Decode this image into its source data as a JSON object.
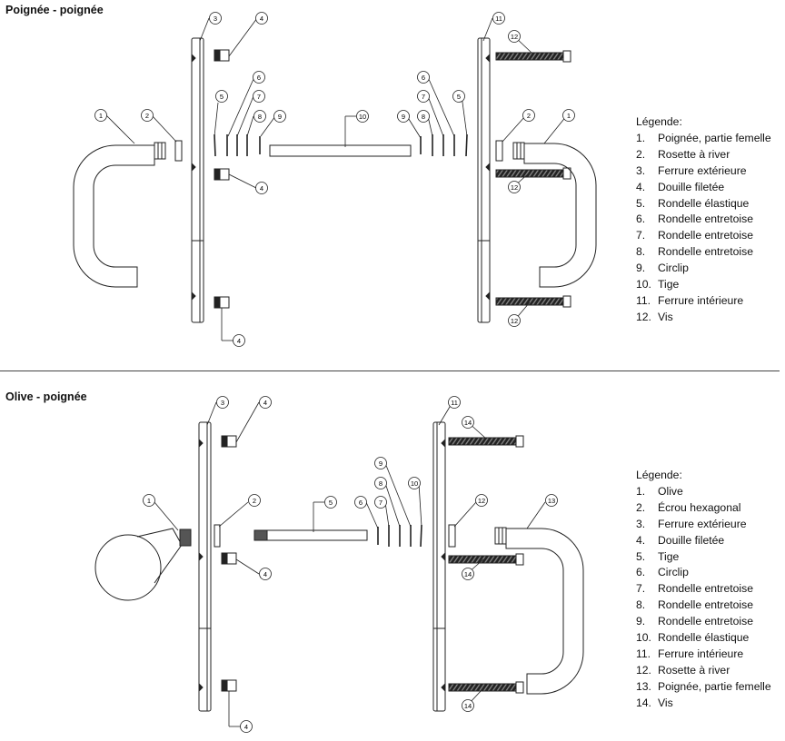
{
  "sections": [
    {
      "title": "Poignée - poignée",
      "legend_title": "Légende:",
      "legend": [
        {
          "num": "1.",
          "text": "Poignée, partie femelle"
        },
        {
          "num": "2.",
          "text": "Rosette à river"
        },
        {
          "num": "3.",
          "text": "Ferrure extérieure"
        },
        {
          "num": "4.",
          "text": "Douille filetée"
        },
        {
          "num": "5.",
          "text": "Rondelle élastique"
        },
        {
          "num": "6.",
          "text": "Rondelle entretoise"
        },
        {
          "num": "7.",
          "text": "Rondelle entretoise"
        },
        {
          "num": "8.",
          "text": "Rondelle entretoise"
        },
        {
          "num": "9.",
          "text": "Circlip"
        },
        {
          "num": "10.",
          "text": "Tige"
        },
        {
          "num": "11.",
          "text": "Ferrure intérieure"
        },
        {
          "num": "12.",
          "text": "Vis"
        }
      ],
      "callouts": [
        "1",
        "2",
        "3",
        "4",
        "4",
        "4",
        "5",
        "6",
        "7",
        "8",
        "9",
        "10",
        "9",
        "8",
        "7",
        "6",
        "5",
        "11",
        "12",
        "12",
        "12",
        "2",
        "1"
      ]
    },
    {
      "title": "Olive - poignée",
      "legend_title": "Légende:",
      "legend": [
        {
          "num": "1.",
          "text": "Olive"
        },
        {
          "num": "2.",
          "text": "Écrou hexagonal"
        },
        {
          "num": "3.",
          "text": "Ferrure extérieure"
        },
        {
          "num": "4.",
          "text": "Douille filetée"
        },
        {
          "num": "5.",
          "text": "Tige"
        },
        {
          "num": "6.",
          "text": "Circlip"
        },
        {
          "num": "7.",
          "text": "Rondelle entretoise"
        },
        {
          "num": "8.",
          "text": "Rondelle entretoise"
        },
        {
          "num": "9.",
          "text": "Rondelle entretoise"
        },
        {
          "num": "10.",
          "text": "Rondelle élastique"
        },
        {
          "num": "11.",
          "text": "Ferrure intérieure"
        },
        {
          "num": "12.",
          "text": "Rosette à river"
        },
        {
          "num": "13.",
          "text": "Poignée, partie femelle"
        },
        {
          "num": "14.",
          "text": "Vis"
        }
      ],
      "callouts": [
        "1",
        "2",
        "3",
        "4",
        "4",
        "4",
        "5",
        "6",
        "7",
        "8",
        "9",
        "10",
        "11",
        "12",
        "13",
        "14",
        "14",
        "14"
      ]
    }
  ]
}
